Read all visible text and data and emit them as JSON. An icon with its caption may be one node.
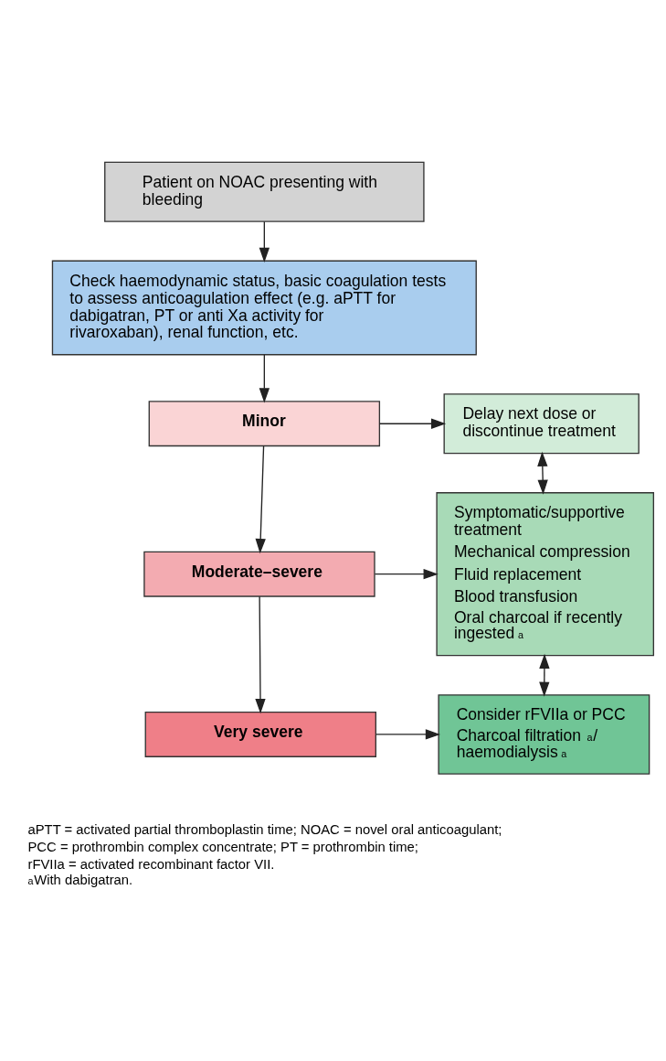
{
  "diagram": {
    "nodes": [
      {
        "text": [
          "Patient on NOAC presenting with bleeding"
        ]
      },
      {
        "text": [
          "Check haemodynamic status, basic coagulation tests to assess anticoagulation effect (e.g. aPTT for dabigatran, PT or anti Xa activity for rivaroxaban), renal function, etc."
        ]
      },
      {
        "text": [
          "Minor"
        ]
      },
      {
        "text": [
          "Delay next dose or discontinue treatment"
        ]
      },
      {
        "text": [
          "Moderate–severe"
        ]
      },
      {
        "text": [
          "Symptomatic/supportive treatment",
          "Mechanical compression",
          "Fluid replacement",
          "Blood transfusion",
          "Oral charcoal if recently ingested$^{a}$"
        ]
      },
      {
        "text": [
          "Very severe"
        ]
      },
      {
        "text": [
          "Consider rFVIIa or PCC",
          "Charcoal filtration$^{a}$/ haemodialysis$^{a}$"
        ]
      }
    ],
    "edges": [
      {
        "from": 0,
        "to": 1,
        "arrow": "to"
      },
      {
        "from": 1,
        "to": 2,
        "arrow": "to"
      },
      {
        "from": 2,
        "to": 3,
        "arrow": "to"
      },
      {
        "from": 2,
        "to": 4,
        "arrow": "to"
      },
      {
        "from": 3,
        "to": 5,
        "arrow": "both"
      },
      {
        "from": 4,
        "to": 5,
        "arrow": "to"
      },
      {
        "from": 4,
        "to": 6,
        "arrow": "to"
      },
      {
        "from": 5,
        "to": 7,
        "arrow": "both"
      },
      {
        "from": 6,
        "to": 7,
        "arrow": "to"
      }
    ],
    "labels": [
      "aPTT = activated partial thromboplastin time; NOAC = novel oral anticoagulant;",
      "PCC = prothrombin complex concentrate; PT = prothrombin time;",
      "rFVIIa = activated recombinant factor VII.",
      "$^{a}$With dabigatran."
    ]
  }
}
